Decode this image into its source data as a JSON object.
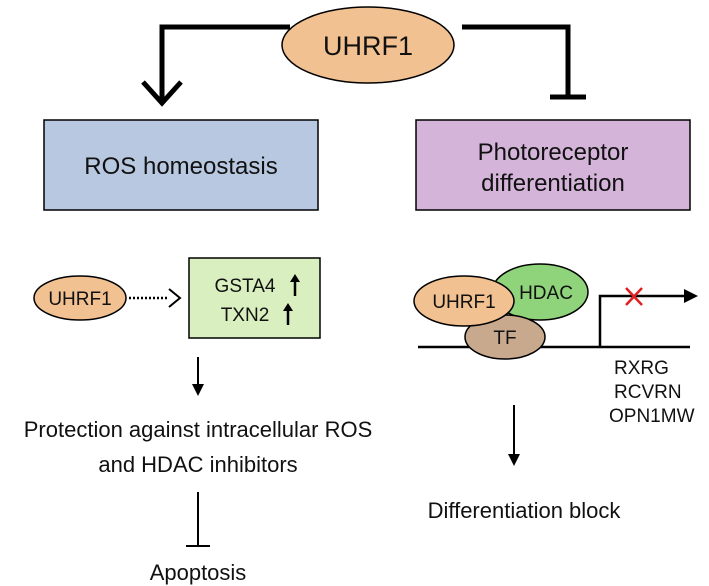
{
  "colors": {
    "uhrf1_fill": "#f2c191",
    "ros_box_fill": "#b8c8e0",
    "photo_box_fill": "#d4b4d9",
    "gene_box_fill": "#d9efc0",
    "hdac_fill": "#8fd47a",
    "tf_fill": "#c9a98e",
    "block_x": "#e02020",
    "stroke": "#000000"
  },
  "nodes": {
    "uhrf1_main": "UHRF1",
    "ros_homeostasis": "ROS homeostasis",
    "photoreceptor_line1": "Photoreceptor",
    "photoreceptor_line2": "differentiation",
    "uhrf1_left": "UHRF1",
    "gsta4": "GSTA4",
    "txn2": "TXN2",
    "protection_line1": "Protection against intracellular ROS",
    "protection_line2": "and HDAC inhibitors",
    "apoptosis": "Apoptosis",
    "uhrf1_right": "UHRF1",
    "hdac": "HDAC",
    "tf": "TF",
    "gene_rxrg": "RXRG",
    "gene_rcvrn": "RCVRN",
    "gene_opn1mw": "OPN1MW",
    "differentiation_block": "Differentiation block"
  },
  "relations": [
    {
      "from": "UHRF1",
      "to": "ROS homeostasis",
      "type": "activation"
    },
    {
      "from": "UHRF1",
      "to": "Photoreceptor differentiation",
      "type": "inhibition"
    },
    {
      "from": "UHRF1",
      "to": "GSTA4 / TXN2",
      "type": "upregulation"
    },
    {
      "from": "GSTA4 / TXN2",
      "to": "Protection against intracellular ROS and HDAC inhibitors",
      "type": "leads-to"
    },
    {
      "from": "Protection against intracellular ROS and HDAC inhibitors",
      "to": "Apoptosis",
      "type": "inhibition"
    },
    {
      "from": "UHRF1 / HDAC / TF complex",
      "to": "RXRG, RCVRN, OPN1MW",
      "type": "transcription-blocked"
    },
    {
      "from": "RXRG, RCVRN, OPN1MW",
      "to": "Differentiation block",
      "type": "leads-to"
    }
  ]
}
